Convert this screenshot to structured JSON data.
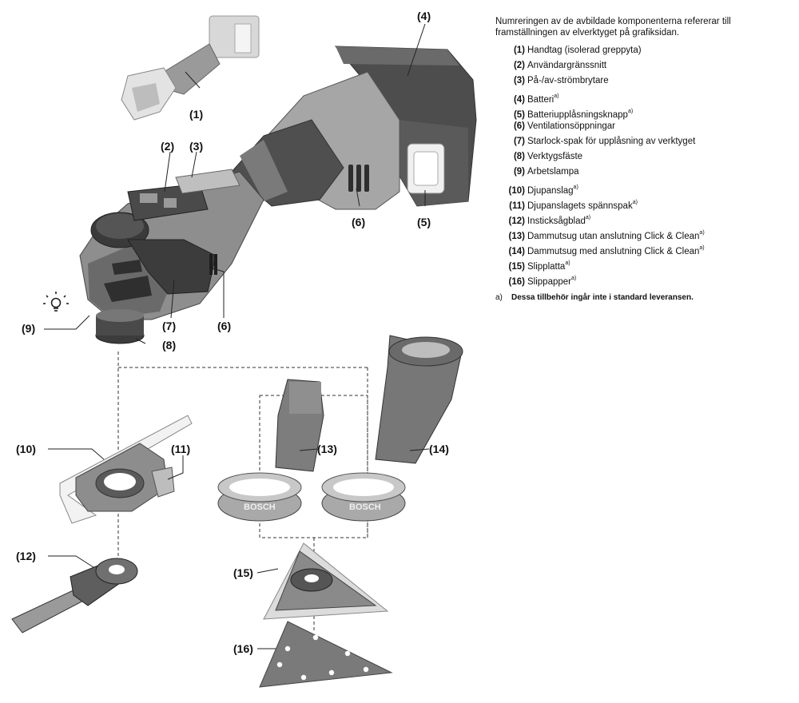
{
  "legend": {
    "intro": "Numreringen av de avbildade komponenterna refererar till framställningen av elverktyget på grafiksidan.",
    "items": [
      {
        "num": "(1)",
        "text": "Handtag (isolerad greppyta)",
        "sup": ""
      },
      {
        "num": "(2)",
        "text": "Användargränssnitt",
        "sup": ""
      },
      {
        "num": "(3)",
        "text": "På-/av-strömbrytare",
        "sup": ""
      },
      {
        "num": "(4)",
        "text": "Batteri",
        "sup": "a)"
      },
      {
        "num": "(5)",
        "text": "Batteriupplåsningsknapp",
        "sup": "a)"
      },
      {
        "num": "(6)",
        "text": "Ventilationsöppningar",
        "sup": ""
      },
      {
        "num": "(7)",
        "text": "Starlock-spak för upplåsning av verktyget",
        "sup": ""
      },
      {
        "num": "(8)",
        "text": "Verktygsfäste",
        "sup": ""
      },
      {
        "num": "(9)",
        "text": "Arbetslampa",
        "sup": ""
      },
      {
        "num": "(10)",
        "text": "Djupanslag",
        "sup": "a)"
      },
      {
        "num": "(11)",
        "text": "Djupanslagets spännspak",
        "sup": "a)"
      },
      {
        "num": "(12)",
        "text": "Insticksågblad",
        "sup": "a)"
      },
      {
        "num": "(13)",
        "text": "Dammutsug utan anslutning Click & Clean",
        "sup": "a)"
      },
      {
        "num": "(14)",
        "text": "Dammutsug med anslutning Click & Clean",
        "sup": "a)"
      },
      {
        "num": "(15)",
        "text": "Slipplatta",
        "sup": "a)"
      },
      {
        "num": "(16)",
        "text": "Slippapper",
        "sup": "a)"
      }
    ],
    "footnote_mark": "a)",
    "footnote": "Dessa tillbehör ingår inte i standard leveransen."
  },
  "callouts": {
    "c1": "(1)",
    "c2": "(2)",
    "c3": "(3)",
    "c4": "(4)",
    "c5": "(5)",
    "c6a": "(6)",
    "c6b": "(6)",
    "c7": "(7)",
    "c8": "(8)",
    "c9": "(9)",
    "c10": "(10)",
    "c11": "(11)",
    "c12": "(12)",
    "c13": "(13)",
    "c14": "(14)",
    "c15": "(15)",
    "c16": "(16)"
  },
  "brand_mark": "BOSCH",
  "colors": {
    "body": "#8c8c8c",
    "dark": "#4a4a4a",
    "light": "#c8c8c8",
    "line": "#222222"
  }
}
